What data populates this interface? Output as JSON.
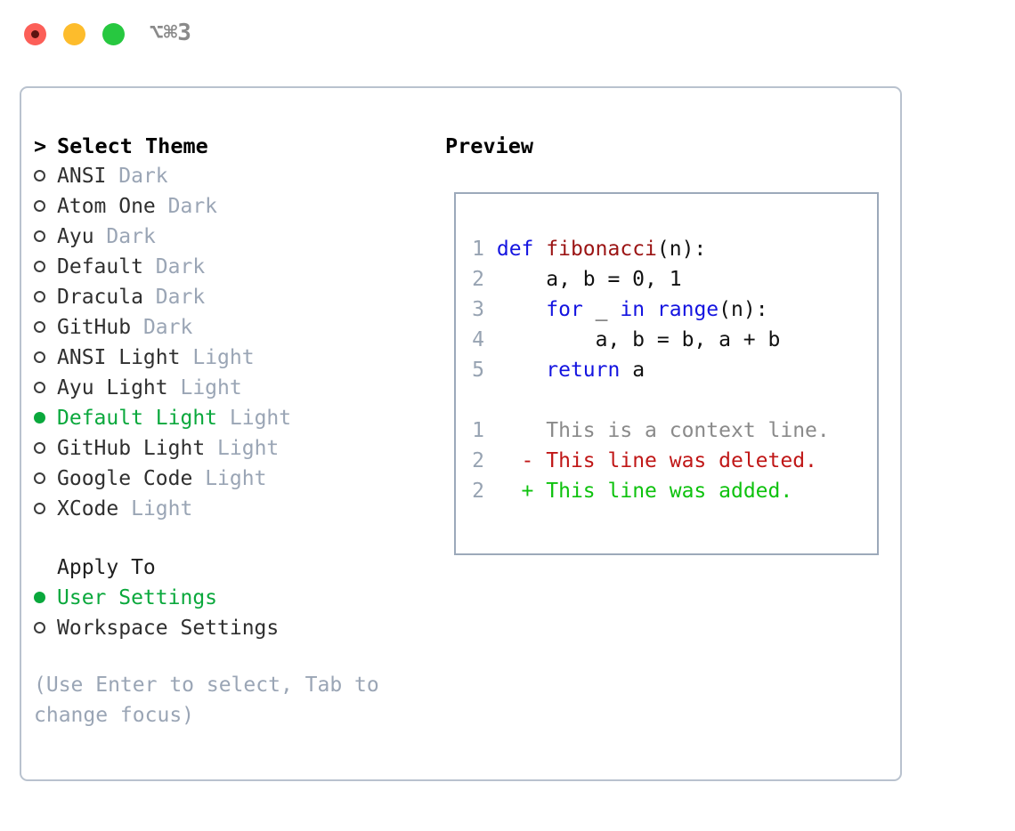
{
  "titlebar": {
    "shortcut": "⌥⌘3",
    "lights": [
      "close-red",
      "minimize-yellow",
      "zoom-green"
    ]
  },
  "theme_picker": {
    "header": "Select Theme",
    "header_marker": ">",
    "items": [
      {
        "marker": "○",
        "name": "ANSI",
        "variant": "Dark",
        "selected": false
      },
      {
        "marker": "○",
        "name": "Atom One",
        "variant": "Dark",
        "selected": false
      },
      {
        "marker": "○",
        "name": "Ayu",
        "variant": "Dark",
        "selected": false
      },
      {
        "marker": "○",
        "name": "Default",
        "variant": "Dark",
        "selected": false
      },
      {
        "marker": "○",
        "name": "Dracula",
        "variant": "Dark",
        "selected": false
      },
      {
        "marker": "○",
        "name": "GitHub",
        "variant": "Dark",
        "selected": false
      },
      {
        "marker": "○",
        "name": "ANSI Light",
        "variant": "Light",
        "selected": false
      },
      {
        "marker": "○",
        "name": "Ayu Light",
        "variant": "Light",
        "selected": false
      },
      {
        "marker": "●",
        "name": "Default Light",
        "variant": "Light",
        "selected": true
      },
      {
        "marker": "○",
        "name": "GitHub Light",
        "variant": "Light",
        "selected": false
      },
      {
        "marker": "○",
        "name": "Google Code",
        "variant": "Light",
        "selected": false
      },
      {
        "marker": "○",
        "name": "XCode",
        "variant": "Light",
        "selected": false
      }
    ]
  },
  "apply_to": {
    "header": "Apply To",
    "items": [
      {
        "marker": "●",
        "label": "User Settings",
        "selected": true
      },
      {
        "marker": "○",
        "label": "Workspace Settings",
        "selected": false
      }
    ]
  },
  "hint": {
    "line1": "(Use Enter to select, Tab to",
    "line2": "change focus)"
  },
  "preview": {
    "title": "Preview",
    "code_lines": [
      {
        "num": "1",
        "text": "def fibonacci(n):"
      },
      {
        "num": "2",
        "text": "    a, b = 0, 1"
      },
      {
        "num": "3",
        "text": "    for _ in range(n):"
      },
      {
        "num": "4",
        "text": "        a, b = b, a + b"
      },
      {
        "num": "5",
        "text": "    return a"
      }
    ],
    "diff_lines": [
      {
        "num": "1",
        "sign": " ",
        "text": "This is a context line.",
        "kind": "context"
      },
      {
        "num": "2",
        "sign": "-",
        "text": "This line was deleted.",
        "kind": "deleted"
      },
      {
        "num": "2",
        "sign": "+",
        "text": "This line was added.",
        "kind": "added"
      }
    ],
    "code_tokens": {
      "l1_kw": "def",
      "l1_fn": "fibonacci",
      "l1_rest": "(n):",
      "l2": "    a, b = 0, 1",
      "l3_kw1": "for",
      "l3_mid": " _ ",
      "l3_kw2": "in",
      "l3_kw3": "range",
      "l3_rest": "(n):",
      "l4": "        a, b = b, a + b",
      "l5_kw": "return",
      "l5_rest": " a"
    }
  },
  "colors": {
    "accent_green": "#0aa83c",
    "muted_grey": "#9aa5b5",
    "keyword_blue": "#1414e0",
    "function_red": "#9b1414",
    "diff_delete": "#c01717",
    "diff_add": "#0ec20e",
    "panel_border": "#b9c2ce",
    "preview_border": "#9ca9ba"
  }
}
